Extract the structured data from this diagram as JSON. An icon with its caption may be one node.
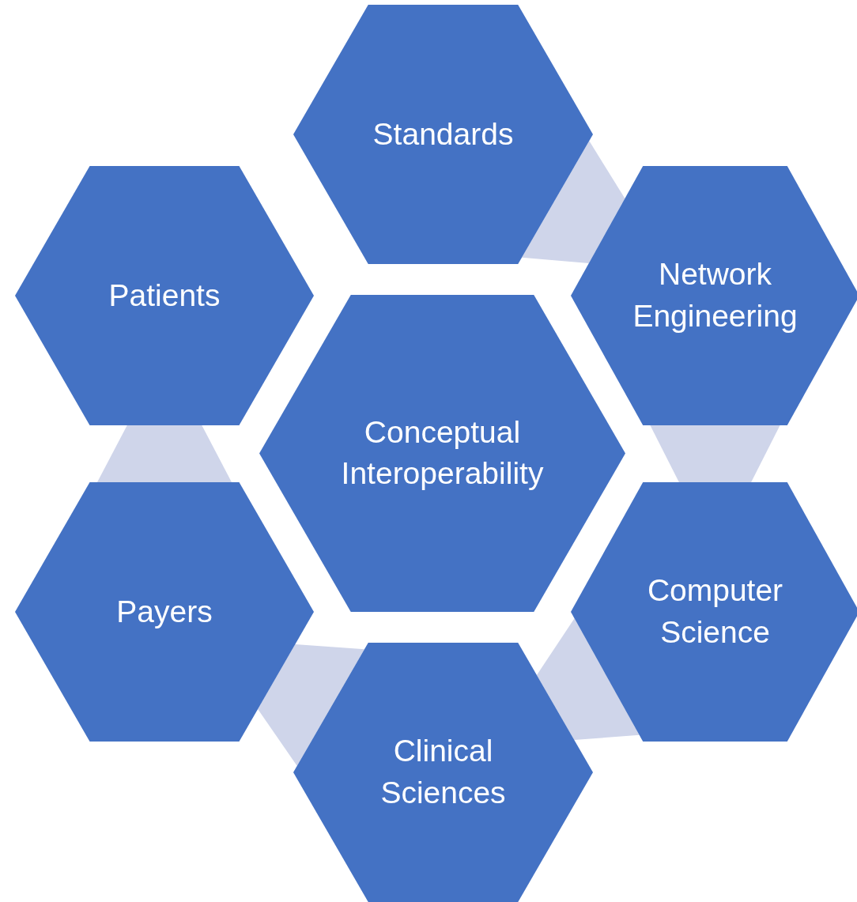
{
  "diagram": {
    "nodes": [
      {
        "text": [
          "Standards"
        ]
      },
      {
        "text": [
          "Patients"
        ]
      },
      {
        "text": [
          "Network Engineering"
        ]
      },
      {
        "text": [
          "Conceptual Interoperability"
        ]
      },
      {
        "text": [
          "Computer Science"
        ]
      },
      {
        "text": [
          "Payers"
        ]
      },
      {
        "text": [
          "Clinical Sciences"
        ]
      }
    ],
    "edges": [
      {
        "from": 0,
        "to": 2,
        "arrow": "none"
      },
      {
        "from": 2,
        "to": 4,
        "arrow": "none"
      },
      {
        "from": 4,
        "to": 6,
        "arrow": "none"
      },
      {
        "from": 6,
        "to": 5,
        "arrow": "none"
      },
      {
        "from": 5,
        "to": 1,
        "arrow": "none"
      }
    ]
  }
}
